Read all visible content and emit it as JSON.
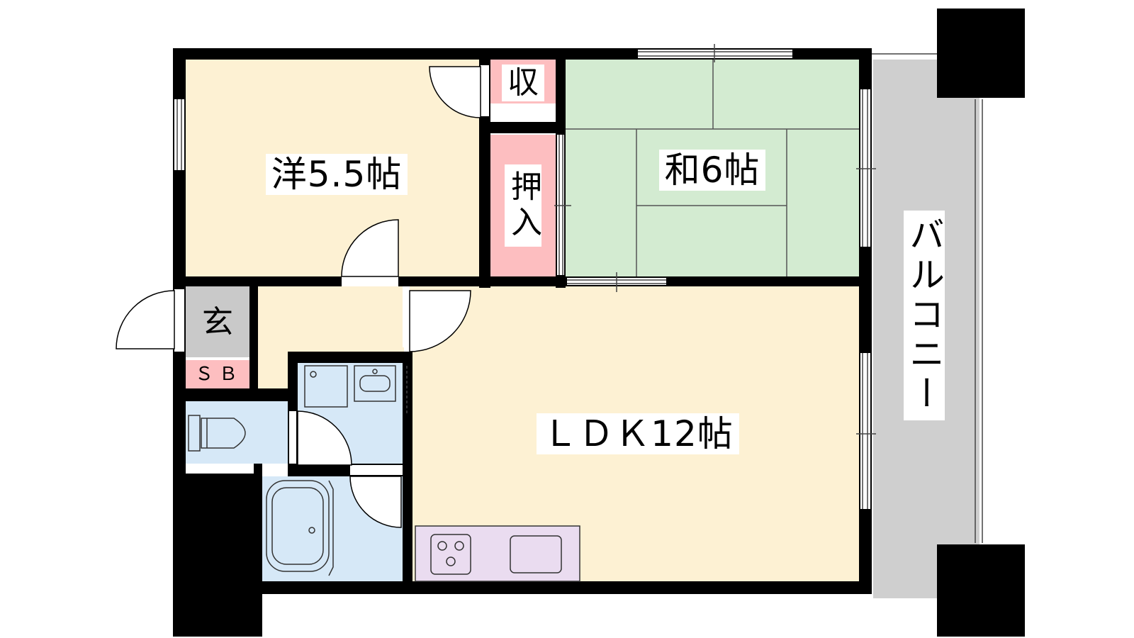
{
  "rooms": {
    "western": {
      "label": "洋5.5帖"
    },
    "storage": {
      "label": "収"
    },
    "closet": {
      "label": "押入"
    },
    "japanese": {
      "label": "和6帖"
    },
    "entrance": {
      "label": "玄"
    },
    "shoe_box": {
      "label": "ＳＢ"
    },
    "ldk": {
      "label": "ＬＤＫ12帖"
    },
    "balcony": {
      "label": "バルコニー"
    }
  },
  "colors": {
    "wall": "#000000",
    "western_floor": "#fdf1d3",
    "japanese_floor": "#d3ebd1",
    "storage_fill": "#fdbec0",
    "entrance_fill": "#c9c9c9",
    "wet_area_fill": "#d6e8f7",
    "kitchen_fill": "#eadcf0",
    "balcony_fill": "#cfcfcf"
  }
}
